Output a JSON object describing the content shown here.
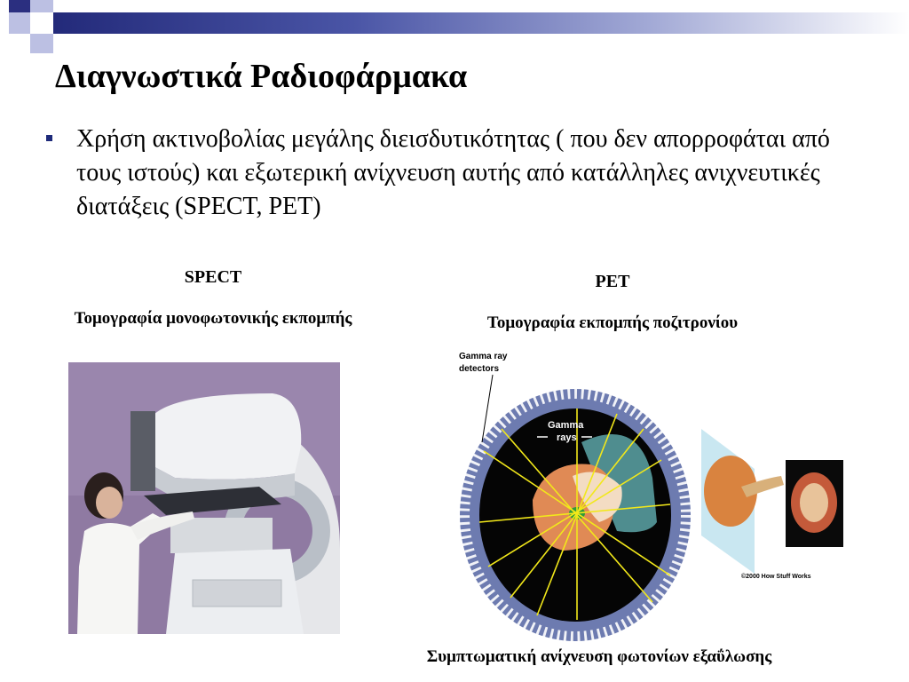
{
  "slide": {
    "title": "Διαγνωστικά Ραδιοφάρμακα",
    "bullet": "Χρήση ακτινοβολίας μεγάλης διεισδυτικότητας ( που δεν απορροφάται από τους ιστούς) και εξωτερική ανίχνευση αυτής από κατάλληλες ανιχνευτικές διατάξεις (SPECT, PET)"
  },
  "spect": {
    "heading": "SPECT",
    "subtitle": "Τομογραφία μονοφωτονικής εκπομπής"
  },
  "pet": {
    "heading": "PET",
    "subtitle": "Τομογραφία εκπομπής ποζιτρονίου",
    "caption": "Συμπτωματική ανίχνευση φωτονίων εξαΰλωσης",
    "diagram": {
      "label_detectors_line1": "Gamma ray",
      "label_detectors_line2": "detectors",
      "label_rays_line1": "Gamma",
      "label_rays_line2": "rays",
      "credit": "©2000 How Stuff Works"
    }
  },
  "theme": {
    "accent": "#232a7a",
    "accent_light": "#a3aad6",
    "bullet_color": "#1e2a7a"
  }
}
